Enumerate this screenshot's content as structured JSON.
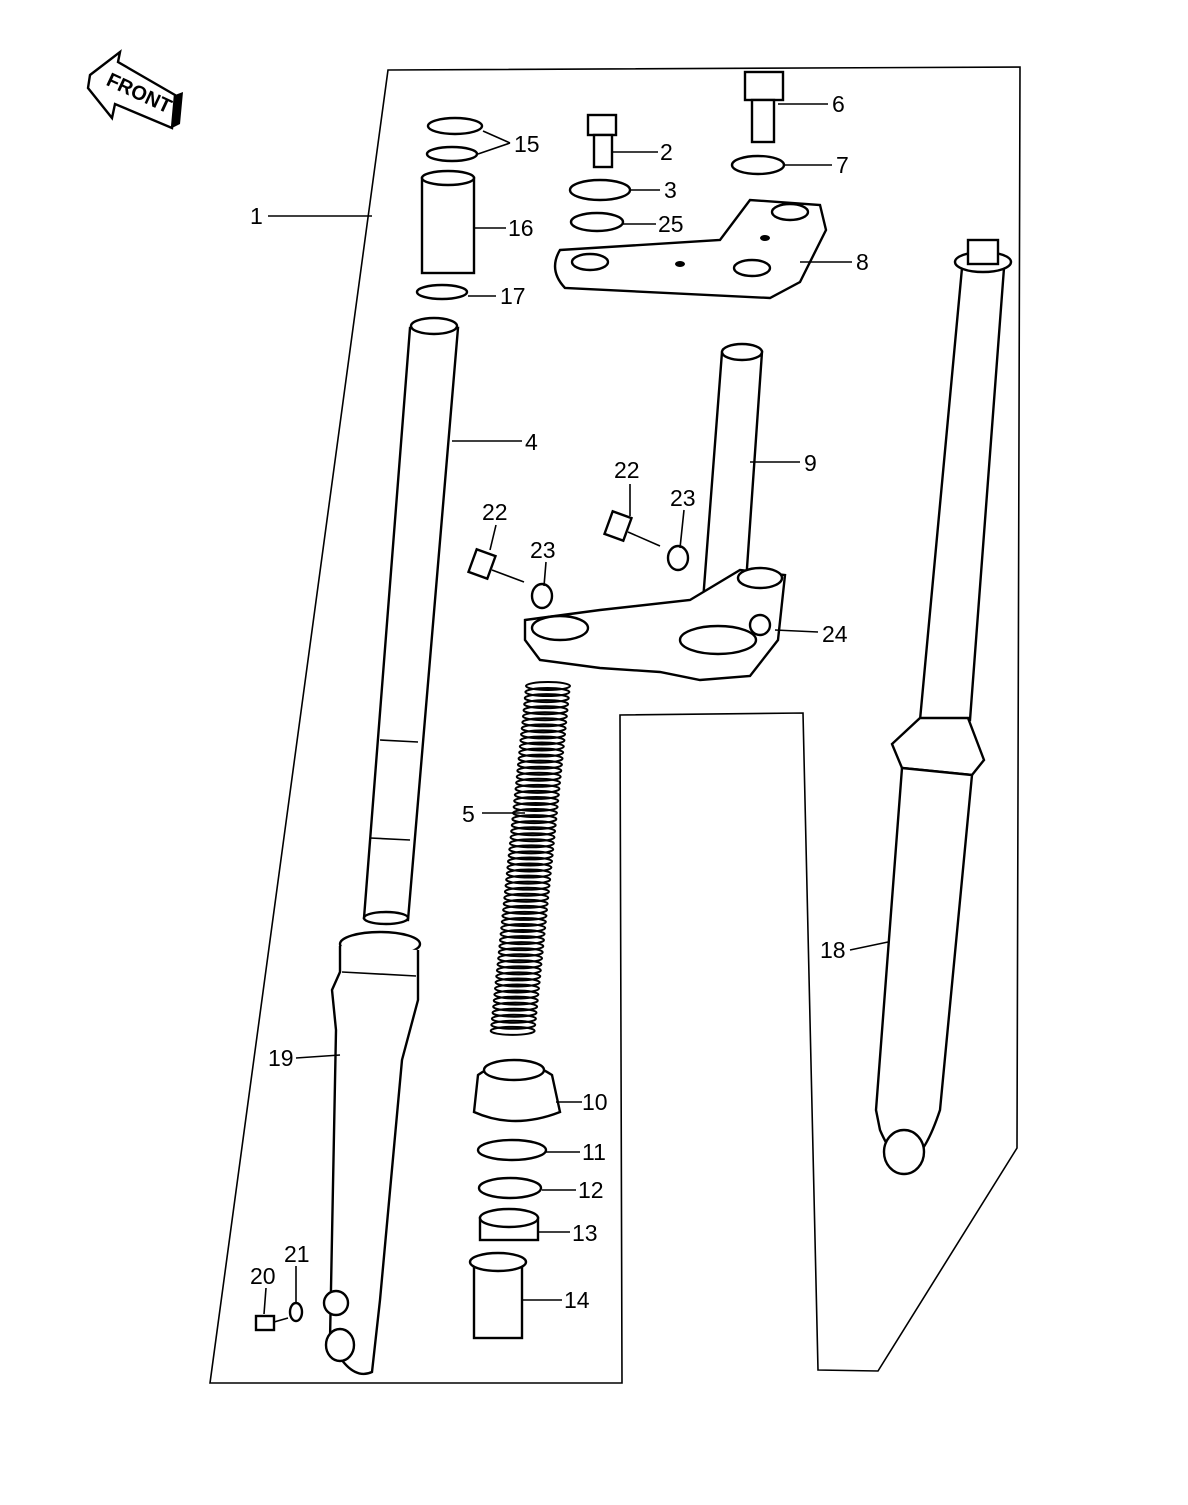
{
  "front_arrow": {
    "text": "FRONT",
    "icon": "front-arrow-icon"
  },
  "parts": [
    {
      "id": "1",
      "text": "1"
    },
    {
      "id": "2",
      "text": "2"
    },
    {
      "id": "3",
      "text": "3"
    },
    {
      "id": "4",
      "text": "4"
    },
    {
      "id": "5",
      "text": "5"
    },
    {
      "id": "6",
      "text": "6"
    },
    {
      "id": "7",
      "text": "7"
    },
    {
      "id": "8",
      "text": "8"
    },
    {
      "id": "9",
      "text": "9"
    },
    {
      "id": "10",
      "text": "10"
    },
    {
      "id": "11",
      "text": "11"
    },
    {
      "id": "12",
      "text": "12"
    },
    {
      "id": "13",
      "text": "13"
    },
    {
      "id": "14",
      "text": "14"
    },
    {
      "id": "15",
      "text": "15"
    },
    {
      "id": "16",
      "text": "16"
    },
    {
      "id": "17",
      "text": "17"
    },
    {
      "id": "18",
      "text": "18"
    },
    {
      "id": "19",
      "text": "19"
    },
    {
      "id": "20",
      "text": "20"
    },
    {
      "id": "21",
      "text": "21"
    },
    {
      "id": "22a",
      "text": "22"
    },
    {
      "id": "22b",
      "text": "22"
    },
    {
      "id": "23a",
      "text": "23"
    },
    {
      "id": "23b",
      "text": "23"
    },
    {
      "id": "24",
      "text": "24"
    },
    {
      "id": "25",
      "text": "25"
    }
  ]
}
